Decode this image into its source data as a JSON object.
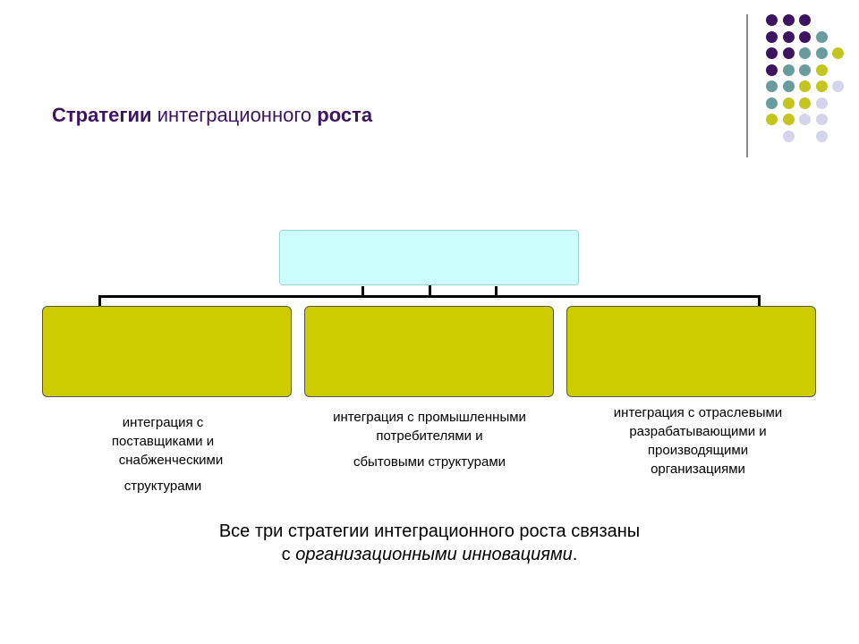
{
  "title": {
    "bold1": "Стратегии",
    "normal": "интеграционного",
    "bold2": "роста"
  },
  "diagram": {
    "top_box_text": "",
    "branches": [
      {
        "box_text": "",
        "caption_lines": [
          "интеграция с",
          "поставщиками и",
          "снабженческими",
          "структурами"
        ]
      },
      {
        "box_text": "",
        "caption_lines": [
          "интеграция с промышленными",
          "потребителями и",
          "сбытовыми структурами"
        ]
      },
      {
        "box_text": "",
        "caption_lines": [
          "интеграция с отраслевыми",
          "разрабатывающими и",
          "производящими",
          "организациями"
        ]
      }
    ]
  },
  "summary": {
    "line1": "Все три стратегии интеграционного роста связаны",
    "line2_prefix": "с ",
    "line2_italic": "организационными инновациями",
    "line2_suffix": "."
  },
  "decor": {
    "colors": {
      "purple": "#3d1460",
      "teal": "#6a9c9e",
      "olive": "#c5c520",
      "lavender": "#d4d4ec"
    }
  }
}
